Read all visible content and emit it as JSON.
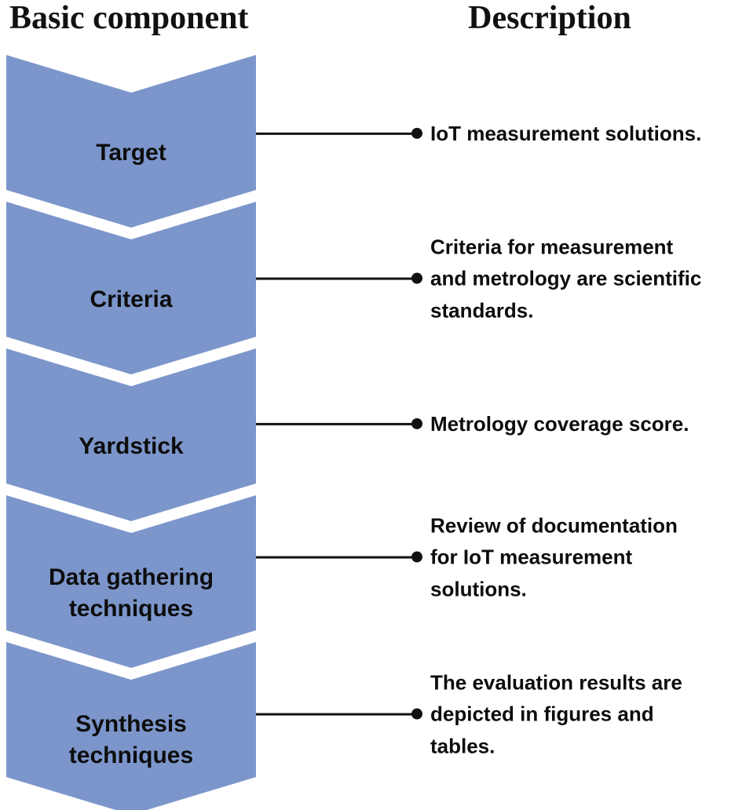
{
  "headers": {
    "left": "Basic component",
    "right": "Description"
  },
  "colors": {
    "chevron_fill": "#7C96CB",
    "ink": "#111111"
  },
  "rows": [
    {
      "component": "Target",
      "description": "IoT measurement solutions."
    },
    {
      "component": "Criteria",
      "description": "Criteria for measurement\nand metrology are scientific\nstandards."
    },
    {
      "component": "Yardstick",
      "description": "Metrology coverage score."
    },
    {
      "component": "Data gathering\ntechniques",
      "description": "Review of documentation\nfor IoT measurement\nsolutions."
    },
    {
      "component": "Synthesis\ntechniques",
      "description": "The evaluation results are\ndepicted in figures and\ntables."
    }
  ]
}
